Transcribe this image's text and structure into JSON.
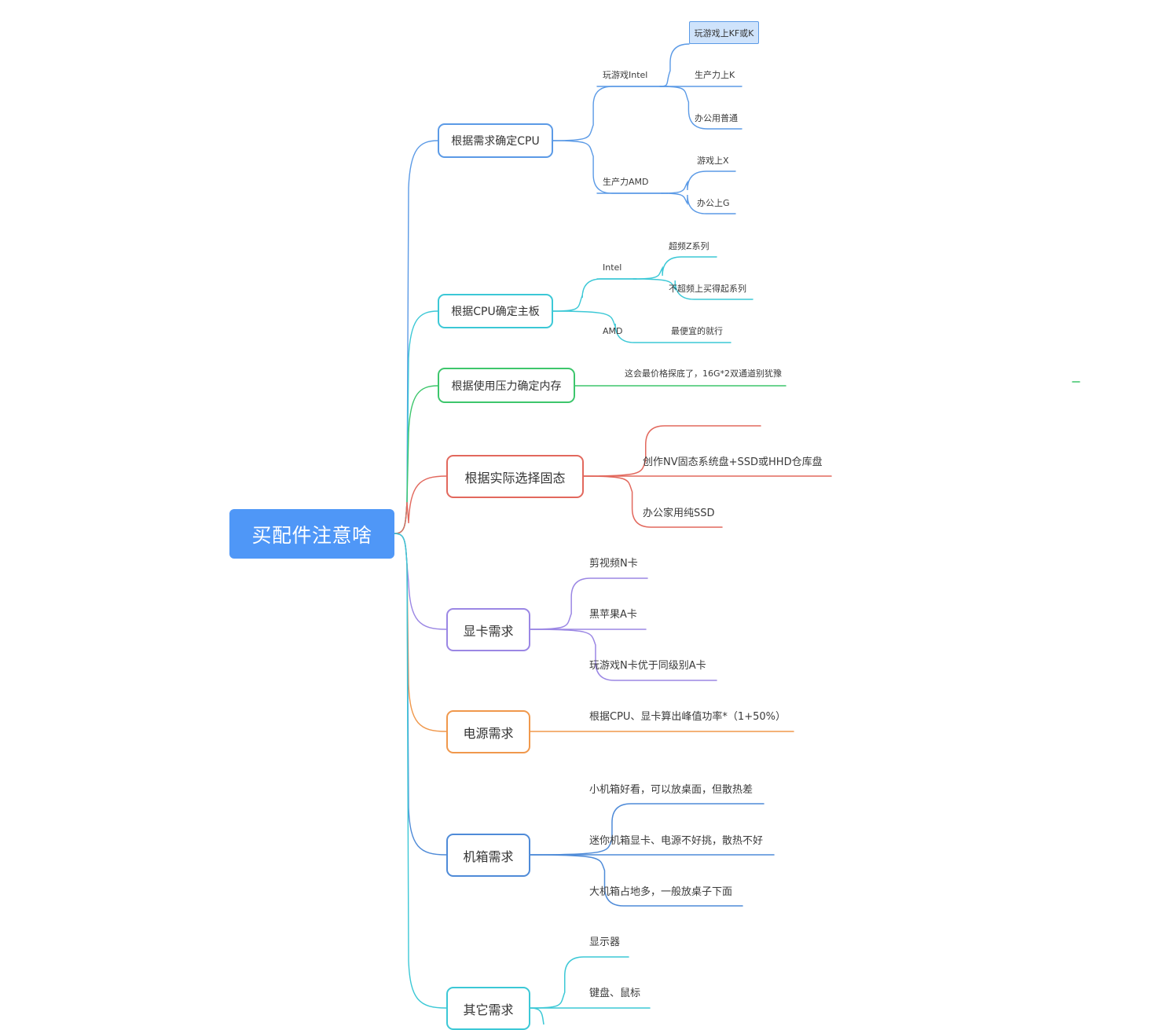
{
  "root": "买配件注意啥",
  "colors": {
    "root_bg": "#4f97f7",
    "cpu": "#5b9ae6",
    "board": "#3cc8d6",
    "ram": "#3dc66c",
    "ssd": "#e2685d",
    "gpu": "#9b87e4",
    "psu": "#f0984c",
    "case": "#4f8bd8",
    "other": "#3cc8d6",
    "highlight_bg": "#cfe3fb"
  },
  "branches": {
    "cpu": {
      "title": "根据需求确定CPU",
      "intel": {
        "label": "玩游戏Intel",
        "items": [
          "玩游戏上KF或K",
          "生产力上K",
          "办公用普通"
        ]
      },
      "amd": {
        "label": "生产力AMD",
        "items": [
          "游戏上X",
          "办公上G"
        ]
      }
    },
    "board": {
      "title": "根据CPU确定主板",
      "intel": {
        "label": "Intel",
        "items": [
          "超频Z系列",
          "不超频上买得起系列"
        ]
      },
      "amd": {
        "label": "AMD",
        "item": "最便宜的就行"
      }
    },
    "ram": {
      "title": "根据使用压力确定内存",
      "items": [
        "这会最价格探底了，16G*2双通道别犹豫"
      ]
    },
    "ssd": {
      "title": "根据实际选择固态",
      "items": [
        "",
        "创作NV固态系统盘+SSD或HHD仓库盘",
        "办公家用纯SSD"
      ]
    },
    "gpu": {
      "title": "显卡需求",
      "items": [
        "剪视频N卡",
        "黑苹果A卡",
        "玩游戏N卡优于同级别A卡"
      ]
    },
    "psu": {
      "title": "电源需求",
      "items": [
        "根据CPU、显卡算出峰值功率*（1+50%）"
      ]
    },
    "case": {
      "title": "机箱需求",
      "items": [
        "小机箱好看，可以放桌面，但散热差",
        "迷你机箱显卡、电源不好挑，散热不好",
        "大机箱占地多，一般放桌子下面"
      ]
    },
    "other": {
      "title": "其它需求",
      "items": [
        "显示器",
        "键盘、鼠标"
      ]
    }
  }
}
